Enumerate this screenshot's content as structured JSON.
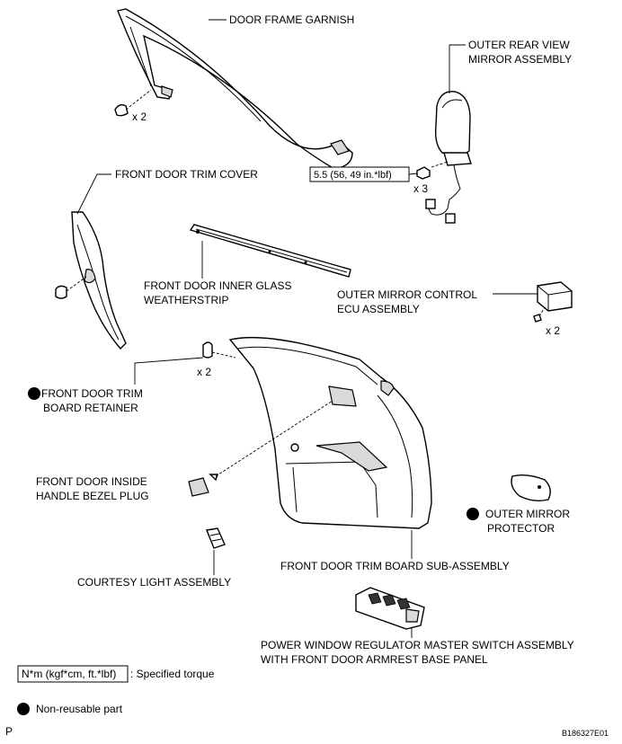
{
  "labels": {
    "door_frame_garnish": "DOOR FRAME GARNISH",
    "outer_rear_view_mirror_line1": "OUTER REAR VIEW",
    "outer_rear_view_mirror_line2": "MIRROR ASSEMBLY",
    "front_door_trim_cover": "FRONT DOOR TRIM COVER",
    "front_door_inner_glass_line1": "FRONT DOOR INNER GLASS",
    "front_door_inner_glass_line2": "WEATHERSTRIP",
    "outer_mirror_control_line1": "OUTER MIRROR CONTROL",
    "outer_mirror_control_line2": "ECU ASSEMBLY",
    "trim_board_retainer_line1": "FRONT DOOR TRIM",
    "trim_board_retainer_line2": "BOARD RETAINER",
    "handle_bezel_plug_line1": "FRONT DOOR INSIDE",
    "handle_bezel_plug_line2": "HANDLE BEZEL PLUG",
    "outer_mirror_protector_line1": "OUTER MIRROR",
    "outer_mirror_protector_line2": "PROTECTOR",
    "trim_board_sub_assembly": "FRONT DOOR TRIM BOARD SUB-ASSEMBLY",
    "courtesy_light": "COURTESY LIGHT ASSEMBLY",
    "master_switch_line1": "POWER WINDOW REGULATOR MASTER SWITCH ASSEMBLY",
    "master_switch_line2": "WITH FRONT DOOR ARMREST BASE PANEL"
  },
  "quantities": {
    "garnish_clips": "x 2",
    "mirror_nuts": "x 3",
    "ecu_screws": "x 2",
    "retainers": "x 2"
  },
  "torque": {
    "mirror_nut_spec": "5.5 (56, 49 in.*lbf)"
  },
  "legend": {
    "torque_box": "N*m (kgf*cm, ft.*lbf)",
    "torque_text": ": Specified torque",
    "nonreusable_text": "Non-reusable part"
  },
  "footer": {
    "corner_letter": "P",
    "figure_code": "B186327E01"
  }
}
